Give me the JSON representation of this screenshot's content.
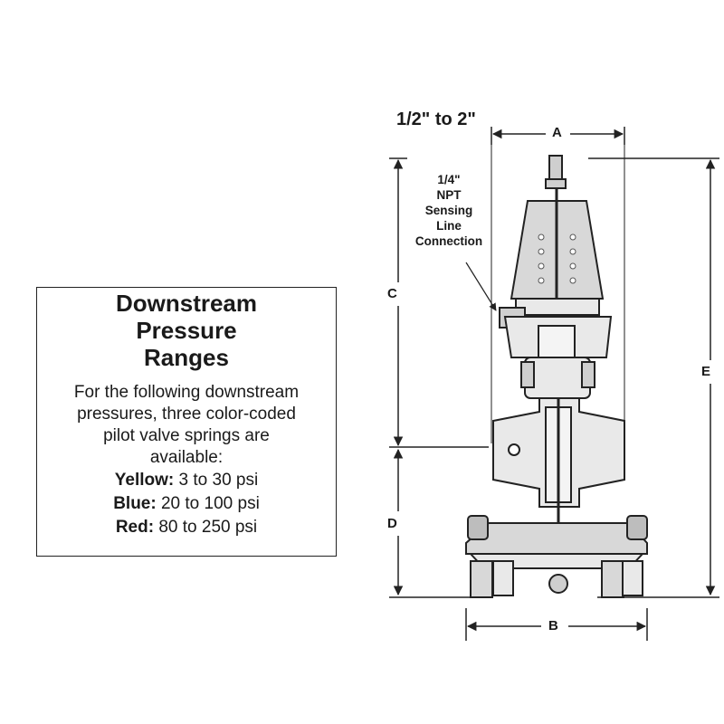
{
  "size_label": "1/2\" to 2\"",
  "dimensions": {
    "a": "A",
    "b": "B",
    "c": "C",
    "d": "D",
    "e": "E"
  },
  "callout": {
    "lines": [
      "1/4\"",
      "NPT",
      "Sensing",
      "Line",
      "Connection"
    ]
  },
  "info_box": {
    "title_lines": [
      "Downstream",
      "Pressure",
      "Ranges"
    ],
    "intro_lines": [
      "For the following downstream",
      "pressures, three color-coded",
      "pilot valve springs are",
      "available:"
    ],
    "ranges": [
      {
        "color": "Yellow:",
        "range": "3 to 30 psi"
      },
      {
        "color": "Blue:",
        "range": "20 to 100 psi"
      },
      {
        "color": "Red:",
        "range": "80 to 250 psi"
      }
    ]
  }
}
